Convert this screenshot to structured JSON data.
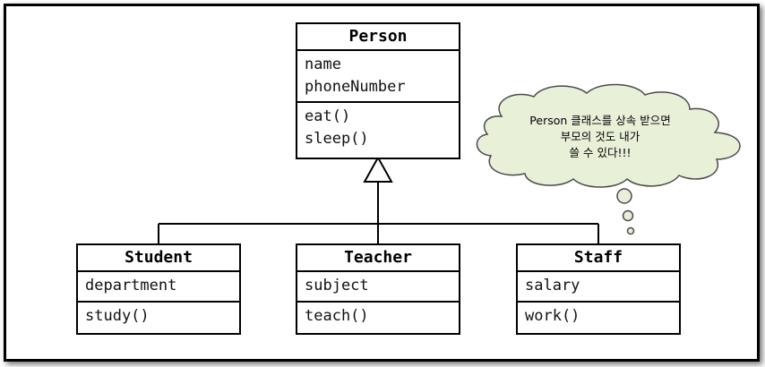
{
  "classes": {
    "person": {
      "name": "Person",
      "attributes": [
        "name",
        "phoneNumber"
      ],
      "methods": [
        "eat()",
        "sleep()"
      ]
    },
    "student": {
      "name": "Student",
      "attributes": [
        "department"
      ],
      "methods": [
        "study()"
      ]
    },
    "teacher": {
      "name": "Teacher",
      "attributes": [
        "subject"
      ],
      "methods": [
        "teach()"
      ]
    },
    "staff": {
      "name": "Staff",
      "attributes": [
        "salary"
      ],
      "methods": [
        "work()"
      ]
    }
  },
  "callout": {
    "lines": [
      "Person 클래스를 상속 받으면",
      "부모의 것도 내가",
      "쓸 수 있다!!!"
    ],
    "fill_color": "#e9f0d8"
  }
}
